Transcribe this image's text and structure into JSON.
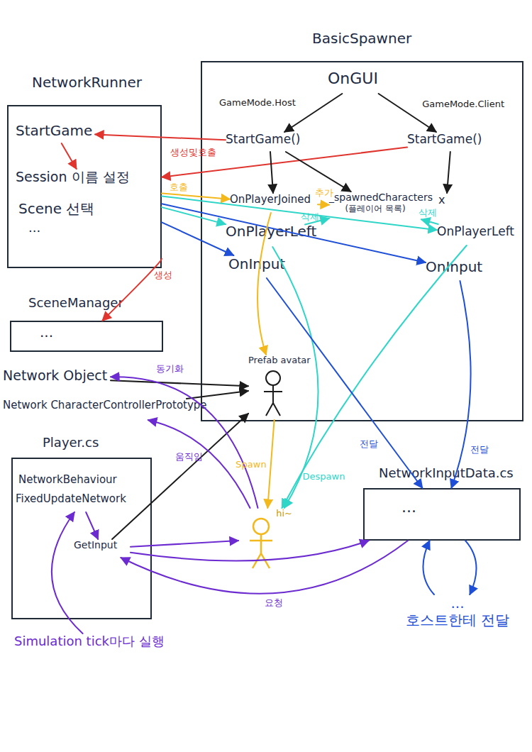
{
  "diagram": {
    "nodes": [
      {
        "text": [
          "NetworkRunner"
        ]
      },
      {
        "text": [
          "StartGame"
        ],
        "in": 0
      },
      {
        "text": [
          "Session 이름 설정"
        ],
        "in": 0
      },
      {
        "text": [
          "Scene 선택"
        ],
        "in": 0
      },
      {
        "text": [
          "SceneManager"
        ]
      },
      {
        "text": [
          "BasicSpawner"
        ]
      },
      {
        "text": [
          "OnGUI"
        ],
        "in": 5
      },
      {
        "text": [
          "StartGame()"
        ],
        "in": 5
      },
      {
        "text": [
          "StartGame()"
        ],
        "in": 5
      },
      {
        "text": [
          "OnPlayerJoined"
        ],
        "in": 5
      },
      {
        "text": [
          "_spawnedCharacters",
          "(플레이어 목록)"
        ],
        "in": 5
      },
      {
        "text": [
          "x"
        ],
        "in": 5
      },
      {
        "text": [
          "OnPlayerLeft"
        ],
        "in": 5
      },
      {
        "text": [
          "OnPlayerLeft"
        ],
        "in": 5
      },
      {
        "text": [
          "OnInput"
        ],
        "in": 5
      },
      {
        "text": [
          "OnInput"
        ],
        "in": 5
      },
      {
        "text": [
          "Prefab avatar"
        ],
        "in": 5
      },
      {
        "text": [
          "Network Object"
        ]
      },
      {
        "text": [
          "Network CharacterControllerPrototype"
        ]
      },
      {
        "text": [
          "Player.cs",
          "NetworkBehaviour"
        ]
      },
      {
        "text": [
          "FixedUpdateNetwork"
        ],
        "in": 19
      },
      {
        "text": [
          "GetInput"
        ],
        "in": 19
      },
      {
        "text": [
          "Simulation tick마다 실행"
        ]
      },
      {
        "text": [
          "hi~"
        ]
      },
      {
        "text": [
          "NetworkInputData.cs"
        ]
      },
      {
        "text": [
          "...",
          "호스트한테 전달"
        ]
      }
    ],
    "edges": [
      {
        "from": 7,
        "to": 1,
        "arrow": "to",
        "label": "생성및호출"
      },
      {
        "from": 8,
        "to": 0,
        "arrow": "to"
      },
      {
        "from": 1,
        "to": 2,
        "arrow": "to"
      },
      {
        "from": 0,
        "to": 4,
        "arrow": "to",
        "label": "생성"
      },
      {
        "from": 6,
        "to": 7,
        "arrow": "to",
        "label": "GameMode.Host"
      },
      {
        "from": 6,
        "to": 8,
        "arrow": "to",
        "label": "GameMode.Client"
      },
      {
        "from": 7,
        "to": 9,
        "arrow": "to"
      },
      {
        "from": 7,
        "to": 10,
        "arrow": "to"
      },
      {
        "from": 8,
        "to": 11,
        "arrow": "to"
      },
      {
        "from": 0,
        "to": 9,
        "arrow": "to",
        "label": "호출"
      },
      {
        "from": 9,
        "to": 10,
        "arrow": "to",
        "label": "추가"
      },
      {
        "from": 0,
        "to": 12,
        "arrow": "to"
      },
      {
        "from": 0,
        "to": 13,
        "arrow": "to"
      },
      {
        "from": 12,
        "to": 10,
        "arrow": "to",
        "label": "삭제"
      },
      {
        "from": 13,
        "to": 10,
        "arrow": "to",
        "label": "삭제"
      },
      {
        "from": 0,
        "to": 14,
        "arrow": "to"
      },
      {
        "from": 0,
        "to": 15,
        "arrow": "to"
      },
      {
        "from": 9,
        "to": 16,
        "arrow": "to"
      },
      {
        "from": 16,
        "to": 23,
        "arrow": "to",
        "label": "Spawn"
      },
      {
        "from": 12,
        "to": 23,
        "arrow": "to"
      },
      {
        "from": 13,
        "to": 23,
        "arrow": "to",
        "label": "Despawn"
      },
      {
        "from": 14,
        "to": 24,
        "arrow": "to",
        "label": "전달"
      },
      {
        "from": 15,
        "to": 24,
        "arrow": "to",
        "label": "전달"
      },
      {
        "from": 17,
        "to": 16,
        "arrow": "to"
      },
      {
        "from": 18,
        "to": 16,
        "arrow": "to"
      },
      {
        "from": 21,
        "to": 16,
        "arrow": "to"
      },
      {
        "from": 23,
        "to": 17,
        "arrow": "to",
        "label": "동기화"
      },
      {
        "from": 23,
        "to": 18,
        "arrow": "to",
        "label": "움직임"
      },
      {
        "from": 21,
        "to": 23,
        "arrow": "to"
      },
      {
        "from": 21,
        "to": 24,
        "arrow": "to"
      },
      {
        "from": 24,
        "to": 21,
        "arrow": "to",
        "label": "요청"
      },
      {
        "from": 20,
        "to": 21,
        "arrow": "to"
      },
      {
        "from": 22,
        "to": 20,
        "arrow": "to"
      },
      {
        "from": 24,
        "to": 25,
        "arrow": "to"
      },
      {
        "from": 25,
        "to": 24,
        "arrow": "to"
      }
    ],
    "labels": [
      "...",
      "...",
      "..."
    ]
  }
}
